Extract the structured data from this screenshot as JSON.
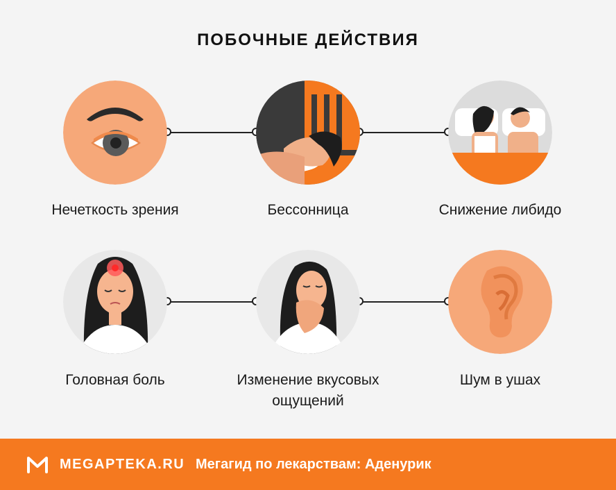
{
  "title": "ПОБОЧНЫЕ ДЕЙСТВИЯ",
  "items": [
    {
      "label": "Нечеткость зрения",
      "icon": "blurred-eye-icon"
    },
    {
      "label": "Бессонница",
      "icon": "insomnia-icon"
    },
    {
      "label": "Снижение либидо",
      "icon": "couple-in-bed-icon"
    },
    {
      "label": "Головная боль",
      "icon": "headache-icon"
    },
    {
      "label": "Изменение вкусовых\nощущений",
      "icon": "nausea-icon"
    },
    {
      "label": "Шум в ушах",
      "icon": "ear-icon"
    }
  ],
  "footer": {
    "brand": "MEGAPTEKA.RU",
    "tagline": "Мегагид по лекарствам: Аденурик"
  },
  "colors": {
    "accent": "#f5791f",
    "peach": "#f6a879",
    "background": "#f4f4f4"
  }
}
